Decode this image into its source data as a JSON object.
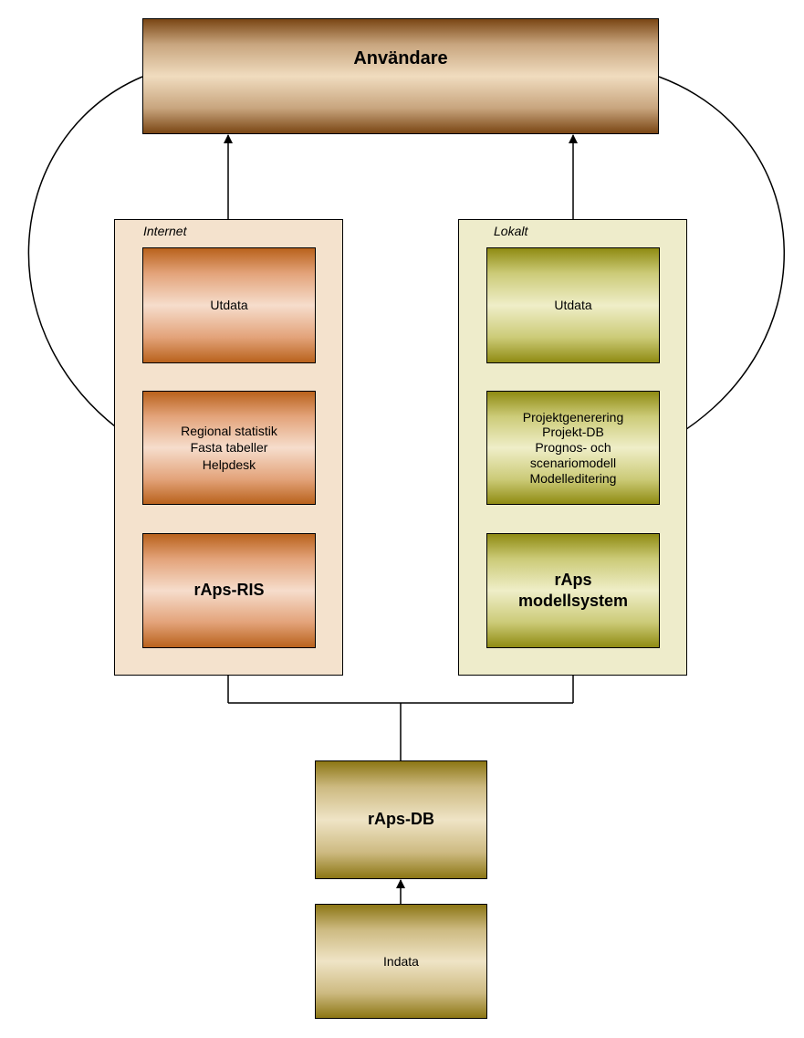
{
  "diagram": {
    "anvandare": "Användare",
    "internet": {
      "label": "Internet",
      "utdata": "Utdata",
      "services": [
        "Regional statistik",
        "Fasta tabeller",
        "Helpdesk"
      ],
      "system": "rAps-RIS"
    },
    "lokalt": {
      "label": "Lokalt",
      "utdata": "Utdata",
      "services": [
        "Projektgenerering",
        "Projekt-DB",
        "Prognos- och",
        "scenariomodell",
        "Modelleditering"
      ],
      "system_lines": [
        "rAps",
        "modellsystem"
      ]
    },
    "db": "rAps-DB",
    "indata": "Indata"
  }
}
